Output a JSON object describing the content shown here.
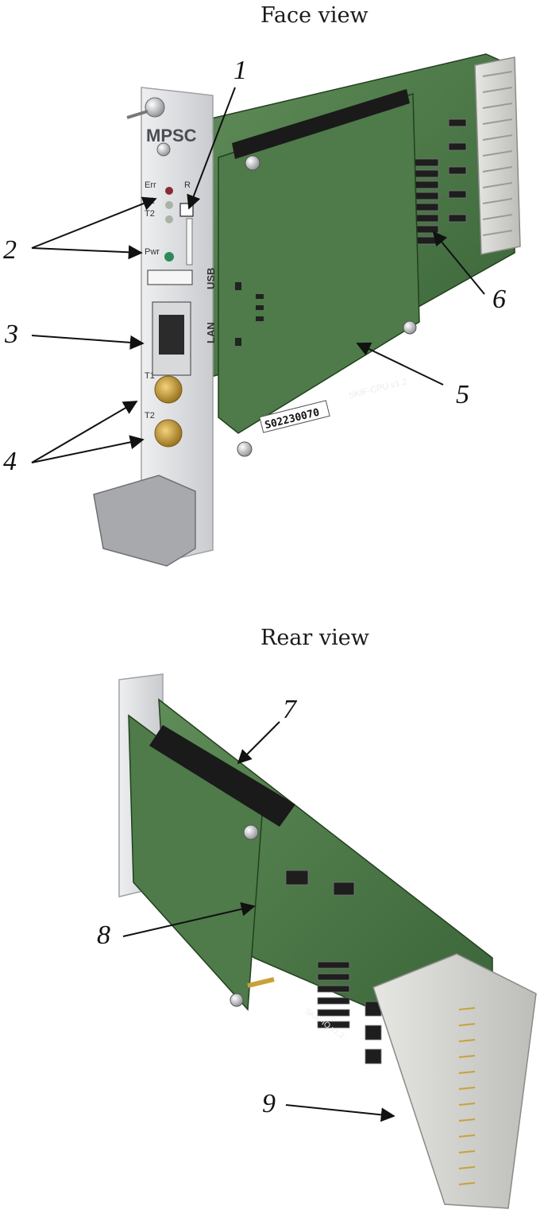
{
  "captions": {
    "face": "Face view",
    "rear": "Rear view"
  },
  "callouts": [
    "1",
    "2",
    "3",
    "4",
    "5",
    "6",
    "7",
    "8",
    "9"
  ],
  "panel": {
    "brand": "MPSC",
    "err": "Err",
    "r": "R",
    "t1": "T1",
    "t2": "T2",
    "pwr": "Pwr",
    "usb": "USB",
    "lan": "LAN",
    "conn_t1": "T1",
    "conn_t2": "T2"
  },
  "board": {
    "serial": "S02230070",
    "cpu_label": "SKIF-CPU v1.2",
    "io_label": "SKIF-IO v1.2"
  },
  "colors": {
    "pcb": "#4d7a48",
    "pcb_dark": "#2f5230",
    "panel": "#e2e3e5",
    "connector": "#d6d6d3",
    "sma_gold": "#c9a13a",
    "led_red": "#8a2a35",
    "led_green": "#2f8a5a"
  }
}
